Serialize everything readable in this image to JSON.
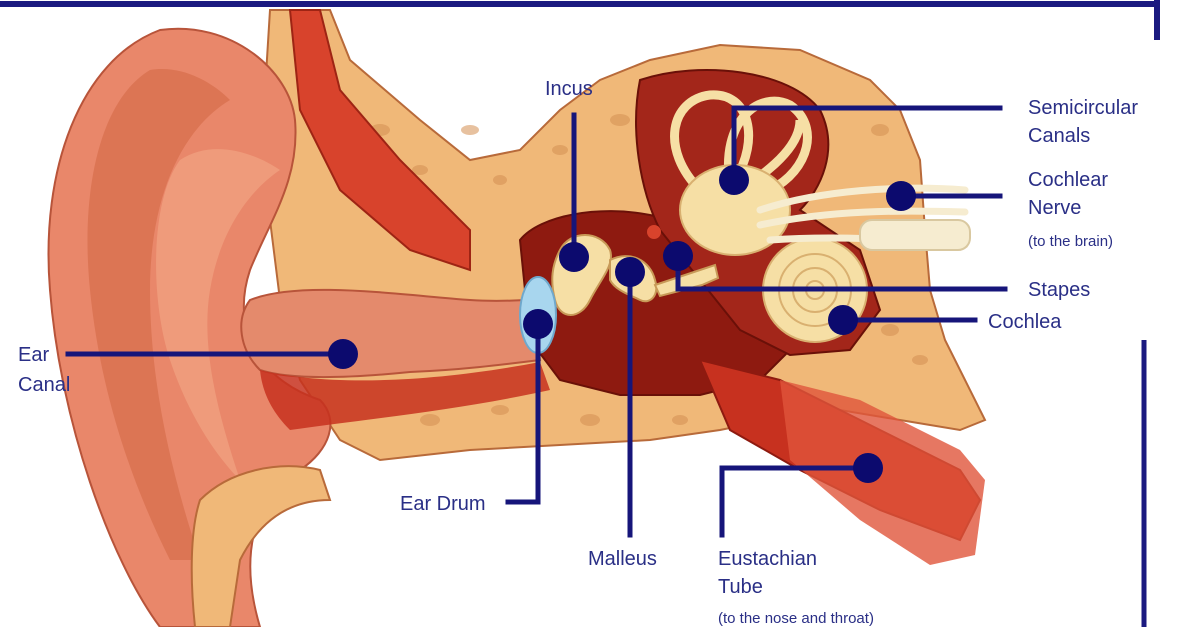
{
  "labels": {
    "incus": "Incus",
    "semicircular_canals_1": "Semicircular",
    "semicircular_canals_2": "Canals",
    "cochlear_nerve_1": "Cochlear",
    "cochlear_nerve_2": "Nerve",
    "cochlear_nerve_note": "(to the brain)",
    "stapes": "Stapes",
    "cochlea": "Cochlea",
    "ear_canal_1": "Ear",
    "ear_canal_2": "Canal",
    "ear_drum": "Ear Drum",
    "malleus": "Malleus",
    "eustachian_tube_1": "Eustachian",
    "eustachian_tube_2": "Tube",
    "eustachian_tube_note": "(to the nose and throat)"
  },
  "colors": {
    "frame": "#1b1a80",
    "label_text": "#2a2f86",
    "callout": "#0c0a6e",
    "skin": "#e9876a",
    "bone": "#f2c58e",
    "muscle": "#c7311f",
    "cavity": "#8e1a10",
    "ossicle": "#f6dfa5",
    "eardrum": "#a8d6ee"
  }
}
